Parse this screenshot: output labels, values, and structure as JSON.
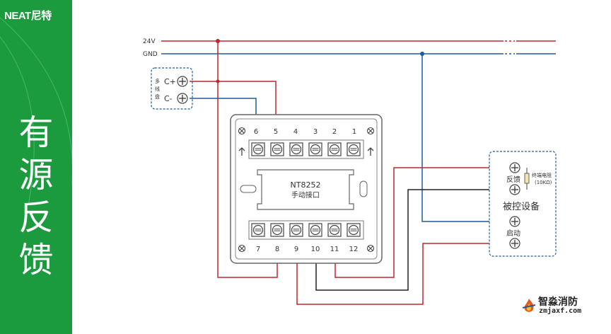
{
  "brand": {
    "logo_text": "NEAT尼特"
  },
  "side_title": [
    "有",
    "源",
    "反",
    "馈"
  ],
  "bus": {
    "v24": "24V",
    "gnd": "GND"
  },
  "left_box": {
    "label_chars": [
      "多",
      "线",
      "盘"
    ],
    "c_plus": "C+",
    "c_minus": "C-"
  },
  "module": {
    "model": "NT8252",
    "name": "手动接口",
    "top_terminals": [
      "6",
      "5",
      "4",
      "3",
      "2",
      "1"
    ],
    "bottom_terminals": [
      "7",
      "8",
      "9",
      "10",
      "11",
      "12"
    ]
  },
  "device": {
    "title": "被控设备",
    "feedback": "反馈",
    "start": "启动",
    "resistor": "终端电阻",
    "resistor_value": "(10KΩ)"
  },
  "watermark": {
    "name": "智淼消防",
    "url": "zmjaxf.com"
  },
  "colors": {
    "red_wire": "#c0272d",
    "blue_wire": "#1f5b9a",
    "black_wire": "#222222",
    "green": "#1b9a3e"
  }
}
